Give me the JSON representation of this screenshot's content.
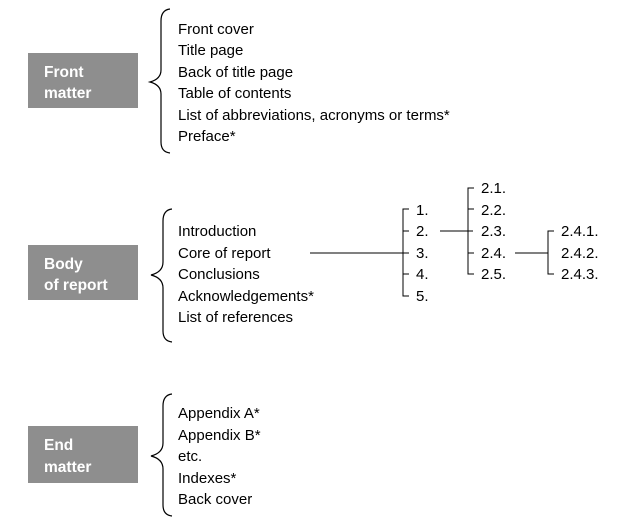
{
  "colors": {
    "box_fill": "#8e8e8e",
    "box_text": "#ffffff",
    "text": "#000000",
    "line": "#000000",
    "background": "#ffffff"
  },
  "sections": [
    {
      "key": "front",
      "label_lines": [
        "Front",
        "matter"
      ],
      "items": [
        "Front cover",
        "Title page",
        "Back of title page",
        "Table of contents",
        "List of abbreviations, acronyms or terms*",
        "Preface*"
      ]
    },
    {
      "key": "body",
      "label_lines": [
        "Body",
        "of report"
      ],
      "items": [
        "Introduction",
        "Core of report",
        "Conclusions",
        "Acknowledgements*",
        "List of references"
      ]
    },
    {
      "key": "end",
      "label_lines": [
        "End",
        "matter"
      ],
      "items": [
        "Appendix A*",
        "Appendix B*",
        "etc.",
        "Indexes*",
        "Back cover"
      ]
    }
  ],
  "core_numbering": {
    "level1": [
      "1.",
      "2.",
      "3.",
      "4.",
      "5."
    ],
    "level2": [
      "2.1.",
      "2.2.",
      "2.3.",
      "2.4.",
      "2.5."
    ],
    "level3": [
      "2.4.1.",
      "2.4.2.",
      "2.4.3."
    ]
  }
}
